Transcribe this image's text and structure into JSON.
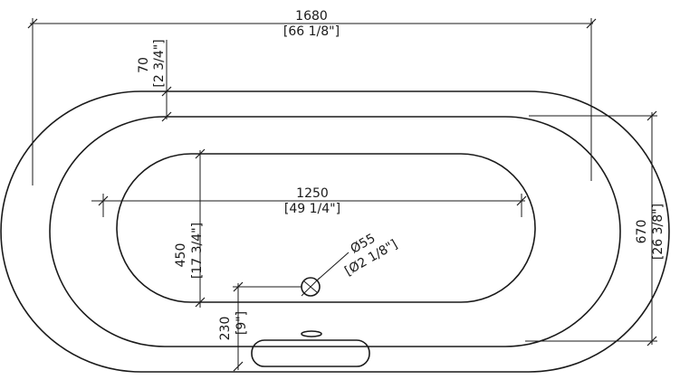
{
  "dimensions": {
    "overall_length": {
      "metric": "1680",
      "imperial": "[66 1/8\"]"
    },
    "rim_width": {
      "metric": "70",
      "imperial": "[2 3/4\"]"
    },
    "inner_length": {
      "metric": "1250",
      "imperial": "[49 1/4\"]"
    },
    "inner_width": {
      "metric": "450",
      "imperial": "[17 3/4\"]"
    },
    "overall_width": {
      "metric": "670",
      "imperial": "[26 3/8\"]"
    },
    "drain_diameter": {
      "metric": "Ø55",
      "imperial": "[Ø2 1/8\"]"
    },
    "drain_offset": {
      "metric": "230",
      "imperial": "[9\"]"
    }
  },
  "colors": {
    "line": "#1a1a1a",
    "background": "#ffffff"
  }
}
